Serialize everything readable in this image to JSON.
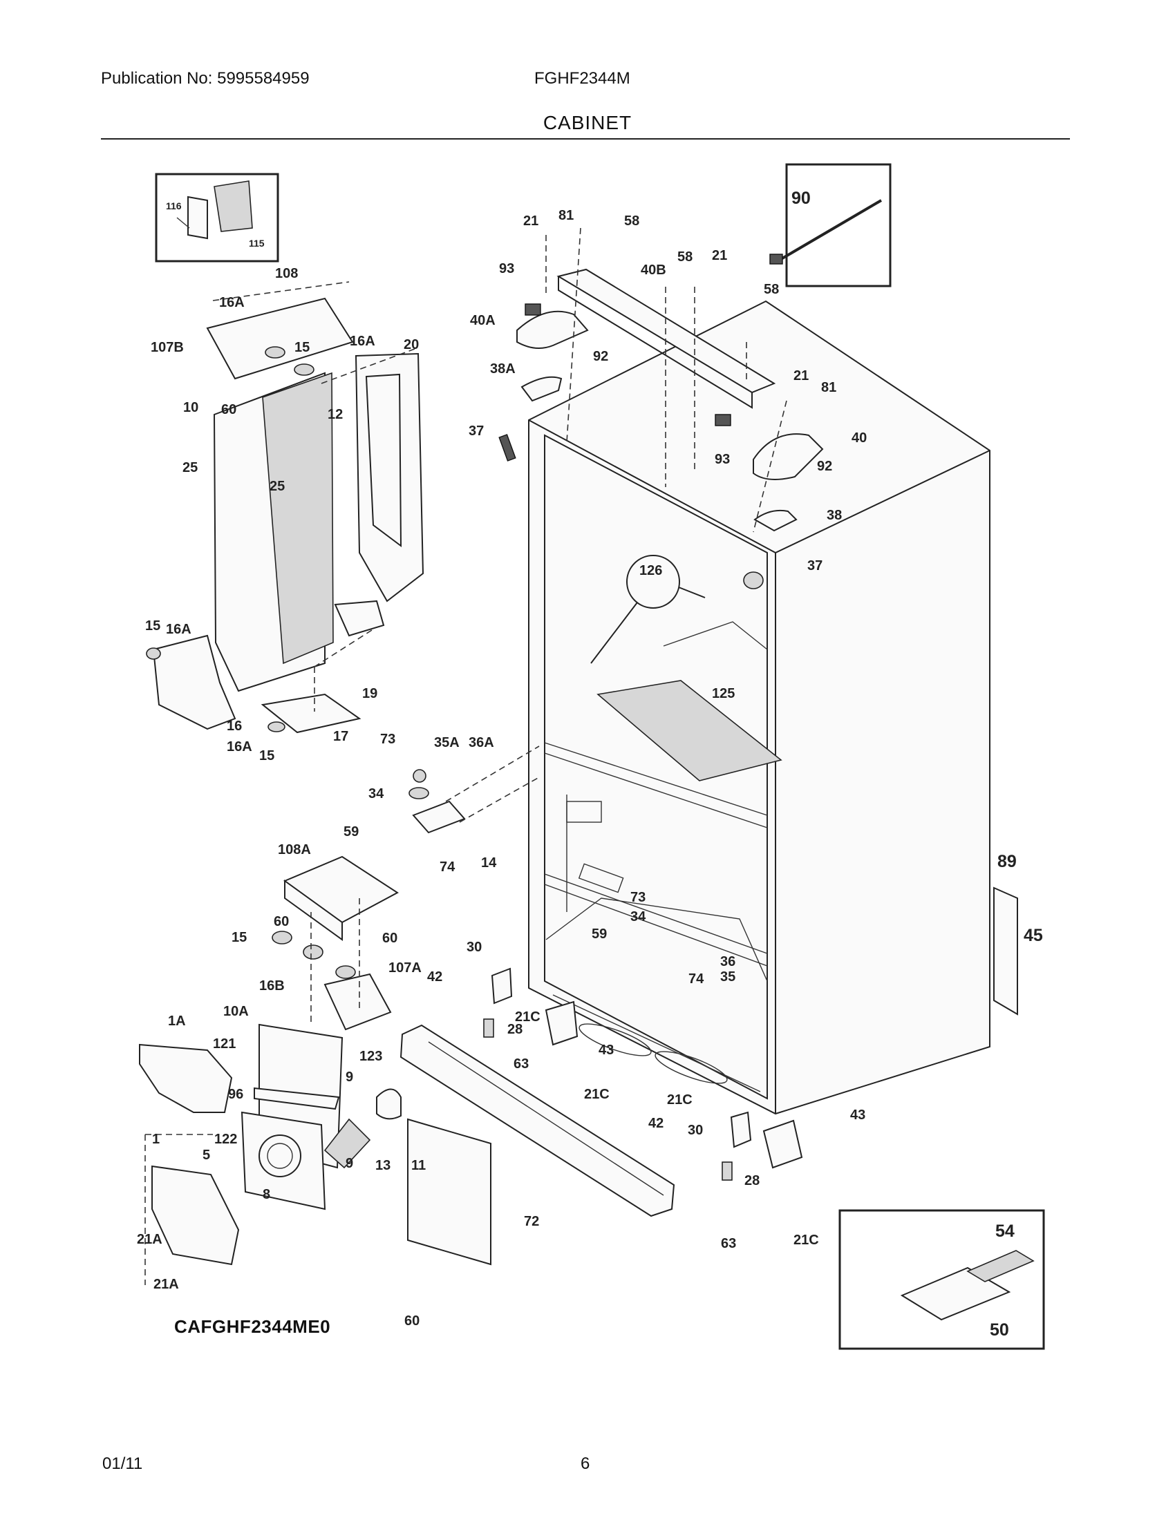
{
  "header": {
    "publication": "Publication No: 5995584959",
    "model": "FGHF2344M",
    "section_title": "CABINET"
  },
  "diagram_code": "CAFGHF2344ME0",
  "footer": {
    "date": "01/11",
    "page_number": "6"
  },
  "callouts": {
    "c1": "116",
    "c2": "115",
    "c3": "108",
    "c4": "16A",
    "c5": "107B",
    "c6": "15",
    "c7": "16A",
    "c8": "20",
    "c9": "10",
    "c10": "60",
    "c11": "12",
    "c12": "25",
    "c13": "25",
    "c14": "15",
    "c15": "16A",
    "c16": "19",
    "c17": "16",
    "c18": "16A",
    "c19": "15",
    "c20": "17",
    "c21": "90",
    "c22": "21",
    "c23": "81",
    "c24": "58",
    "c25": "93",
    "c26": "40B",
    "c27": "58",
    "c28": "21",
    "c29": "58",
    "c30": "40A",
    "c31": "92",
    "c32": "38A",
    "c33": "37",
    "c34": "21",
    "c35": "81",
    "c36": "40",
    "c37": "93",
    "c38": "92",
    "c39": "38",
    "c40": "37",
    "c41": "126",
    "c42": "125",
    "c43": "73",
    "c44": "35A",
    "c45": "36A",
    "c46": "34",
    "c47": "59",
    "c48": "74",
    "c49": "14",
    "c50": "108A",
    "c51": "60",
    "c52": "15",
    "c53": "60",
    "c54": "16B",
    "c55": "107A",
    "c56": "89",
    "c57": "45",
    "c58": "73",
    "c59": "34",
    "c60": "59",
    "c61": "36",
    "c62": "35",
    "c63": "74",
    "c64": "30",
    "c65": "42",
    "c66": "21C",
    "c67": "28",
    "c68": "63",
    "c69": "43",
    "c70": "21C",
    "c71": "21C",
    "c72": "42",
    "c73": "30",
    "c74": "43",
    "c75": "28",
    "c76": "63",
    "c77": "21C",
    "c78": "72",
    "c79": "1A",
    "c80": "10A",
    "c81": "121",
    "c82": "123",
    "c83": "96",
    "c84": "9",
    "c85": "1",
    "c86": "122",
    "c87": "5",
    "c88": "9",
    "c89": "13",
    "c90": "11",
    "c91": "8",
    "c92": "21A",
    "c93": "21A",
    "c94": "60",
    "c95": "54",
    "c96": "50"
  }
}
